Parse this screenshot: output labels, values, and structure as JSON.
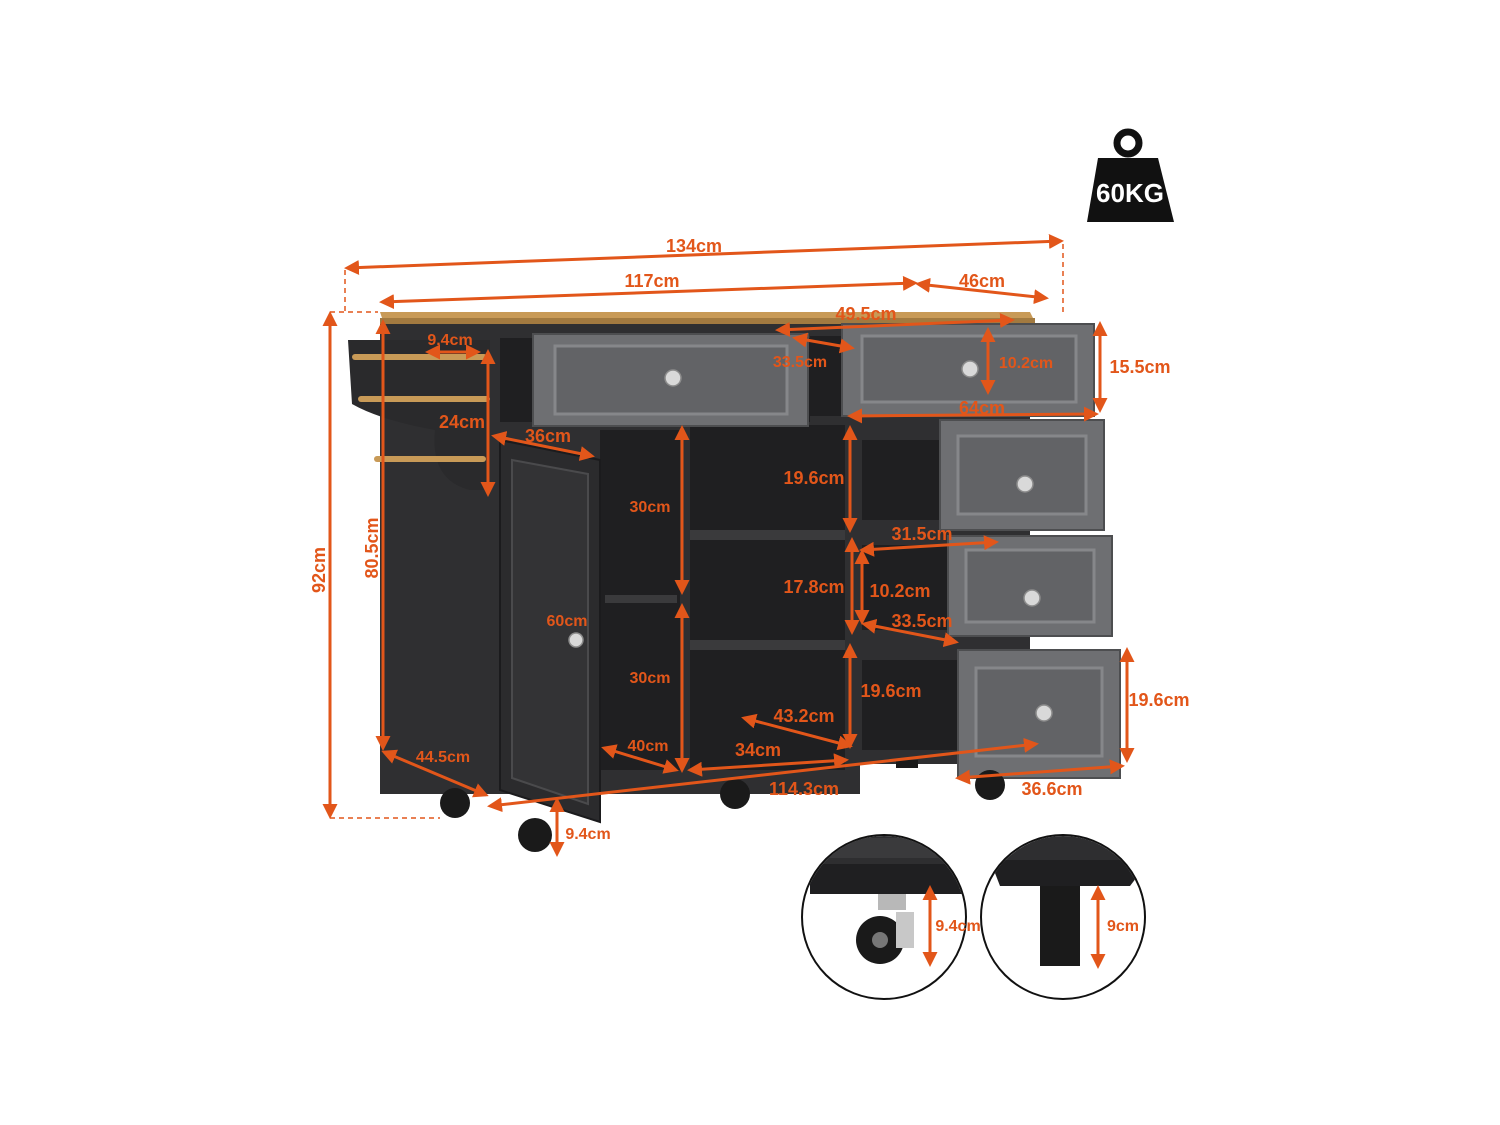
{
  "capacity": {
    "label": "60KG",
    "icon": "weight-icon"
  },
  "dimensions": {
    "total_width": "134cm",
    "top_width": "117cm",
    "depth_top": "46cm",
    "drawer_top_width": "49.5cm",
    "rack_width": "9.4cm",
    "drawer_inner_small": "33.5cm",
    "drawer_height_small": "10.2cm",
    "drawer_height_large": "15.5cm",
    "drawer_extension": "64cm",
    "rack_height": "24cm",
    "door_width": "36cm",
    "shelf_height_upper": "30cm",
    "drawer_space_upper": "19.6cm",
    "total_height": "92cm",
    "body_height": "80.5cm",
    "drawer_depth": "31.5cm",
    "middle_shelf": "17.8cm",
    "drawer_inner_height": "10.2cm",
    "drawer_inner_depth": "33.5cm",
    "door_height": "60cm",
    "shelf_height_lower": "30cm",
    "drawer_space_lower": "19.6cm",
    "drawer_outer_height": "19.6cm",
    "diagonal_inner": "43.2cm",
    "shelf_depth": "40cm",
    "compartment_width": "34cm",
    "side_depth": "44.5cm",
    "base_width": "114.3cm",
    "drawer_width_lower": "36.6cm",
    "caster_height": "9.4cm"
  },
  "insets": {
    "caster": {
      "label": "9.4cm",
      "icon": "caster-wheel-icon"
    },
    "leg": {
      "label": "9cm",
      "icon": "leg-icon"
    }
  },
  "colors": {
    "accent": "#e2561a",
    "cabinet": "#2f2f31",
    "drawer": "#6e6f72",
    "top": "#c89a57"
  }
}
